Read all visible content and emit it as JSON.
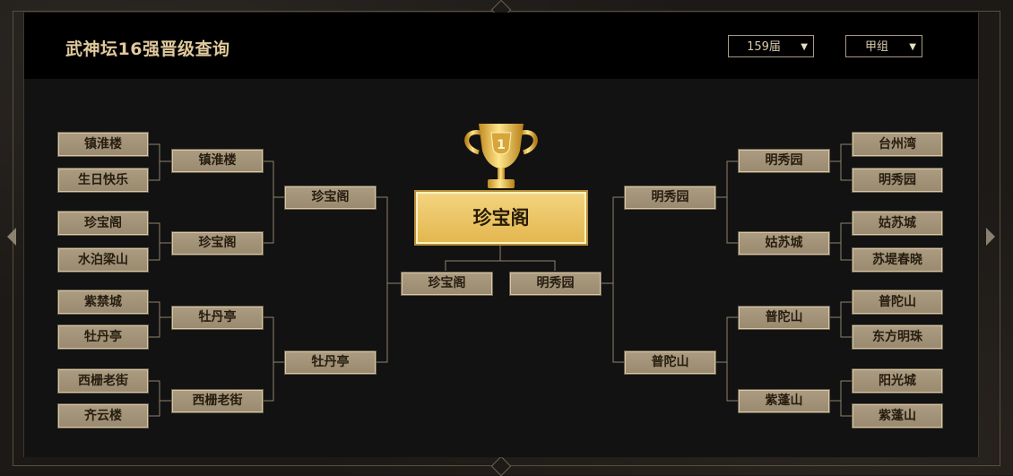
{
  "header": {
    "title": "武神坛16强晋级查询",
    "season_select": "159届",
    "group_select": "甲组"
  },
  "bracket": {
    "champion": "珍宝阁",
    "left": {
      "round16": [
        "镇淮楼",
        "生日快乐",
        "珍宝阁",
        "水泊梁山",
        "紫禁城",
        "牡丹亭",
        "西栅老街",
        "齐云楼"
      ],
      "quarter": [
        "镇淮楼",
        "珍宝阁",
        "牡丹亭",
        "西栅老街"
      ],
      "semi": [
        "珍宝阁",
        "牡丹亭"
      ],
      "final": "珍宝阁"
    },
    "right": {
      "round16": [
        "台州湾",
        "明秀园",
        "姑苏城",
        "苏堤春晓",
        "普陀山",
        "东方明珠",
        "阳光城",
        "紫蓬山"
      ],
      "quarter": [
        "明秀园",
        "姑苏城",
        "普陀山",
        "紫蓬山"
      ],
      "semi": [
        "明秀园",
        "普陀山"
      ],
      "final": "明秀园"
    }
  },
  "colors": {
    "gold": "#e0c99c",
    "box": "#a7977c",
    "champion": "#ecc766"
  }
}
